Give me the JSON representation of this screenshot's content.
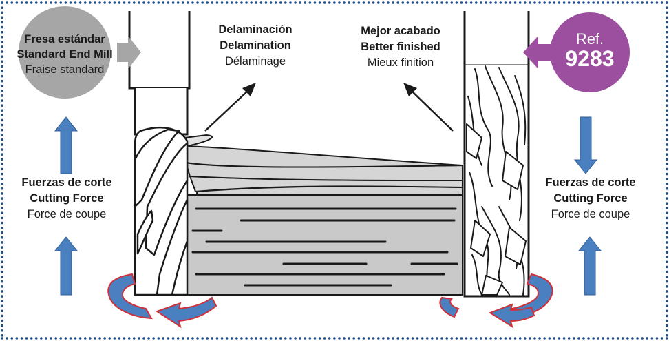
{
  "left_tool": {
    "line1": "Fresa estándar",
    "line2": "Standard End Mill",
    "line3": "Fraise standard"
  },
  "top_left_label": {
    "line1": "Delaminación",
    "line2": "Delamination",
    "line3": "Délaminage"
  },
  "top_right_label": {
    "line1": "Mejor acabado",
    "line2": "Better finished",
    "line3": "Mieux finition"
  },
  "ref_badge": {
    "prefix": "Ref.",
    "number": "9283"
  },
  "left_force": {
    "line1": "Fuerzas de corte",
    "line2": "Cutting Force",
    "line3": "Force de coupe"
  },
  "right_force": {
    "line1": "Fuerzas de corte",
    "line2": "Cutting Force",
    "line3": "Force de coupe"
  },
  "colors": {
    "frame_dots": "#1f4e8c",
    "gray_circle": "#a6a6a6",
    "purple_circle": "#9b4f9e",
    "blue_arrow": "#4a7fc0",
    "rotation_red": "#d0303a",
    "material_gray": "#c9c9c9"
  }
}
